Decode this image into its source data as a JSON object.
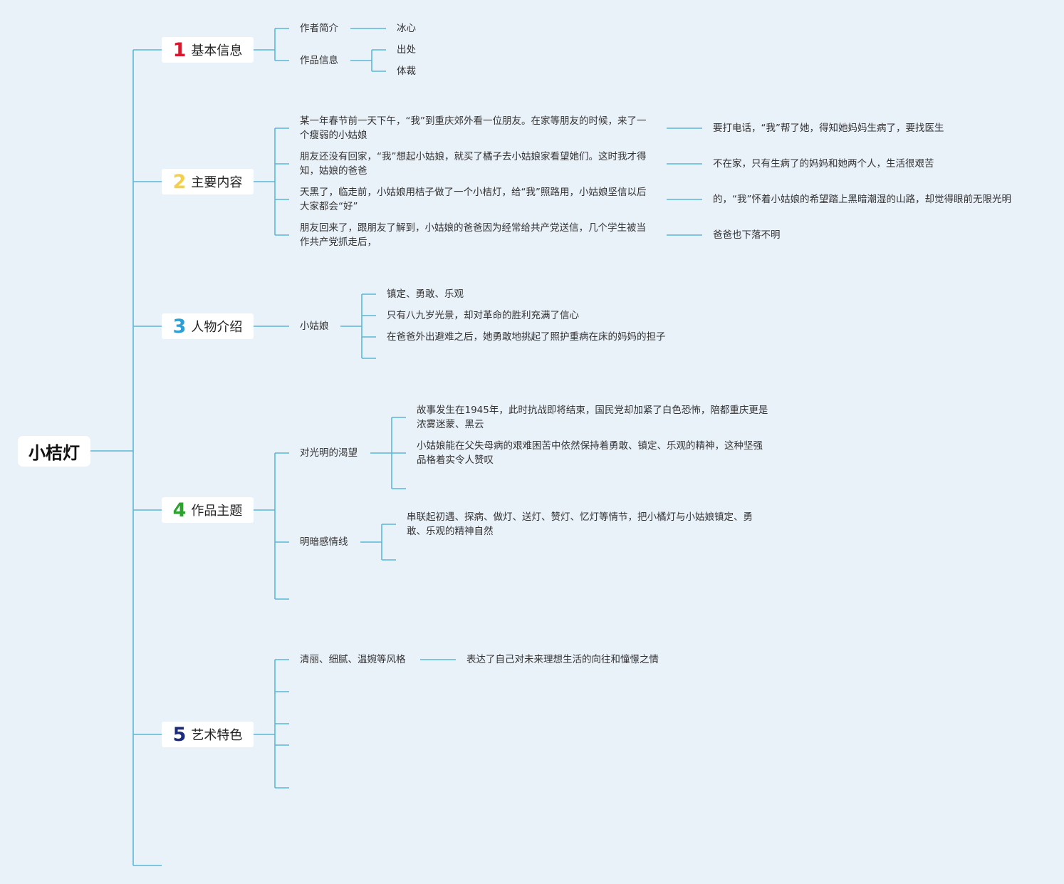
{
  "root": "小桔灯",
  "colors": {
    "background": "#e9f1f9",
    "line": "#5ab8d8",
    "num1": "#d6192e",
    "num2": "#f3cf4c",
    "num3": "#2f9fd3",
    "num4": "#2da22f",
    "num5": "#1b2a7a"
  },
  "branches": [
    {
      "num": "1",
      "title": "基本信息",
      "children": [
        {
          "label": "作者简介",
          "children": [
            "冰心"
          ]
        },
        {
          "label": "作品信息",
          "children": [
            "出处",
            "体裁"
          ]
        }
      ]
    },
    {
      "num": "2",
      "title": "主要内容",
      "children": [
        {
          "label": "某一年春节前一天下午，“我”到重庆郊外看一位朋友。在家等朋友的时候，来了一个瘦弱的小姑娘",
          "children": [
            "要打电话，“我”帮了她，得知她妈妈生病了，要找医生"
          ]
        },
        {
          "label": "朋友还没有回家，“我”想起小姑娘，就买了橘子去小姑娘家看望她们。这时我才得知，姑娘的爸爸",
          "children": [
            "不在家，只有生病了的妈妈和她两个人，生活很艰苦"
          ]
        },
        {
          "label": "天黑了，临走前，小姑娘用桔子做了一个小桔灯，给“我”照路用，小姑娘坚信以后大家都会“好”",
          "children": [
            "的，“我”怀着小姑娘的希望踏上黑暗潮湿的山路，却觉得眼前无限光明"
          ]
        },
        {
          "label": "朋友回来了，跟朋友了解到，小姑娘的爸爸因为经常给共产党送信，几个学生被当作共产党抓走后，",
          "children": [
            "爸爸也下落不明"
          ]
        }
      ]
    },
    {
      "num": "3",
      "title": "人物介绍",
      "children": [
        {
          "label": "小姑娘",
          "children": [
            "镇定、勇敢、乐观",
            "只有八九岁光景，却对革命的胜利充满了信心",
            "在爸爸外出避难之后，她勇敢地挑起了照护重病在床的妈妈的担子"
          ]
        }
      ]
    },
    {
      "num": "4",
      "title": "作品主题",
      "children": [
        {
          "label": "对光明的渴望",
          "children": [
            "故事发生在1945年，此时抗战即将结束，国民党却加紧了白色恐怖，陪都重庆更是浓雾迷蒙、黑云",
            "小姑娘能在父失母病的艰难困苦中依然保持着勇敢、镇定、乐观的精神，这种坚强品格着实令人赞叹"
          ]
        },
        {
          "label": "明暗感情线",
          "children": [
            "串联起初遇、探病、做灯、送灯、赞灯、忆灯等情节，把小橘灯与小姑娘镇定、勇敢、乐观的精神自然"
          ]
        }
      ]
    },
    {
      "num": "5",
      "title": "艺术特色",
      "children": [
        {
          "label": "清丽、细腻、温婉等风格",
          "children": [
            "表达了自己对未来理想生活的向往和憧憬之情"
          ]
        }
      ]
    }
  ]
}
